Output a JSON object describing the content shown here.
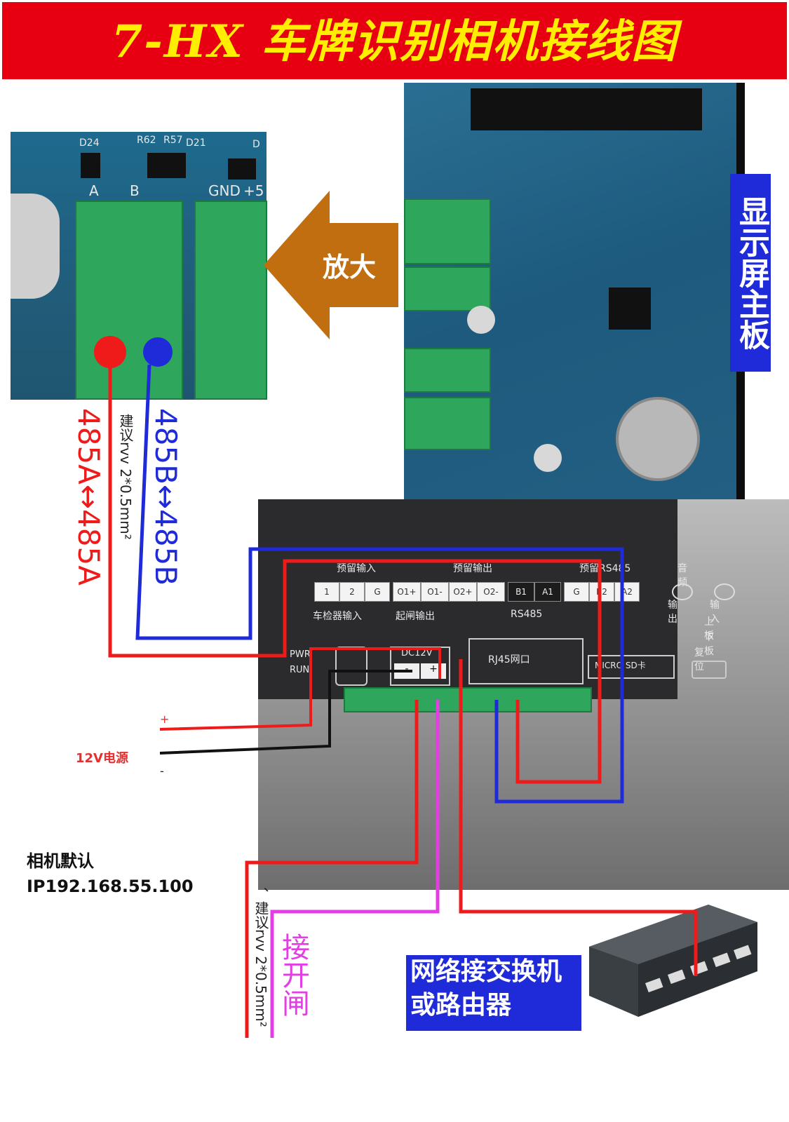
{
  "title": "7-HX 车牌识别相机接线图",
  "labels": {
    "board": "显示屏主板",
    "zoom": "放大",
    "r485a": "485A↔485A",
    "r485b": "485B↔485B",
    "cable_hint_top": "建议rvv 2*0.5mm²",
    "cable_hint_bottom": "、建议rvv 2*0.5mm²",
    "gate": "接开闸",
    "power": "12V电源",
    "plus": "+",
    "minus": "-",
    "camera_ip_line1": "相机默认",
    "camera_ip_line2": "IP192.168.55.100",
    "switch": "网络接交换机或路由器"
  },
  "zoom_photo": {
    "silkscreen": [
      "D24",
      "R62",
      "R57",
      "D21",
      "D",
      "A",
      "B",
      "GND",
      "+5"
    ]
  },
  "camera_panel": {
    "group_labels": [
      "预留输入",
      "预留输出",
      "预留RS485",
      "音频"
    ],
    "pins": [
      "1",
      "2",
      "G",
      "O1+",
      "O1-",
      "O2+",
      "O2-",
      "B1",
      "A1",
      "G",
      "B2",
      "A2"
    ],
    "bottom_labels": [
      "车检器输入",
      "起闸输出",
      "RS485"
    ],
    "audio": [
      "输出",
      "输入"
    ],
    "board_labels": [
      "上板",
      "下板"
    ],
    "indicators": [
      "PWR",
      "RUN"
    ],
    "power_port": "DC12V",
    "power_pins": [
      "-",
      "+"
    ],
    "rj45": "RJ45网口",
    "sd": "MICRO SD卡",
    "reset": "复位"
  },
  "colors": {
    "title_bg": "#e60012",
    "title_text": "#ffee00",
    "wire_red": "#ef1a1a",
    "wire_blue": "#1f2bd9",
    "wire_black": "#111111",
    "wire_magenta": "#e23ee4",
    "arrow": "#c06e10",
    "terminal_green": "#2ea65c"
  }
}
